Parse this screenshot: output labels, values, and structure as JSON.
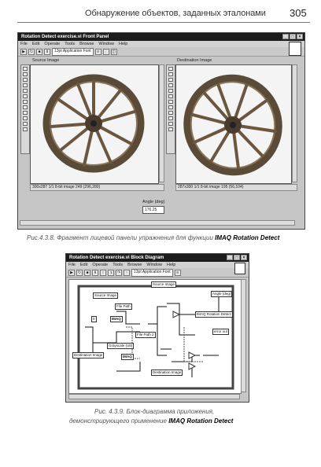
{
  "page": {
    "header": "Обнаружение объектов, заданных эталонами",
    "page_number": "305"
  },
  "figure1": {
    "window_title": "Rotation Detect exercise.vi Front Panel",
    "menu": [
      "File",
      "Edit",
      "Operate",
      "Tools",
      "Browse",
      "Window",
      "Help"
    ],
    "font_selector": "13pt Application Font",
    "source_label": "Source Image",
    "destination_label": "Destination Image",
    "source_status": "300x287 1/1 8-bit image 249   (296,280)",
    "destination_status": "287x300 1/1 8-bit image 195   (56,104)",
    "angle_label": "Angle (deg)",
    "angle_value": "176.25",
    "caption_prefix": "Рис.4.3.8. Фрагмент лицевой панели упражнения для функции",
    "caption_bold": "IMAQ Rotation Detect"
  },
  "figure2": {
    "window_title": "Rotation Detect exercise.vi Block Diagram",
    "menu": [
      "File",
      "Edit",
      "Operate",
      "Tools",
      "Browse",
      "Window",
      "Help"
    ],
    "font_selector": "13pt Application Font",
    "nodes": {
      "source_image_top": "Source Image",
      "source_image_left": "Source Image",
      "angle_out": "Angle (deg)",
      "imaq_rotation_detect": "IMAQ Rotation Detect",
      "file_path": "File Path",
      "file_path_2": "File Path 2",
      "error_out": "error out",
      "grayscale": "Grayscale (U8)",
      "destination_image_left": "Destination Image",
      "destination_image_bottom": "Destination Image",
      "imaq1": "IMAQ",
      "imaq2": "IMAQ",
      "num_val": "0"
    },
    "caption_line1": "Рис. 4.3.9. Блок-диаграмма приложения,",
    "caption_line2_prefix": "демонстрирующего применение",
    "caption_bold": "IMAQ Rotation Detect"
  },
  "colors": {
    "title_bar": "#1c1c1c",
    "window_bg": "#c6c6c6"
  }
}
